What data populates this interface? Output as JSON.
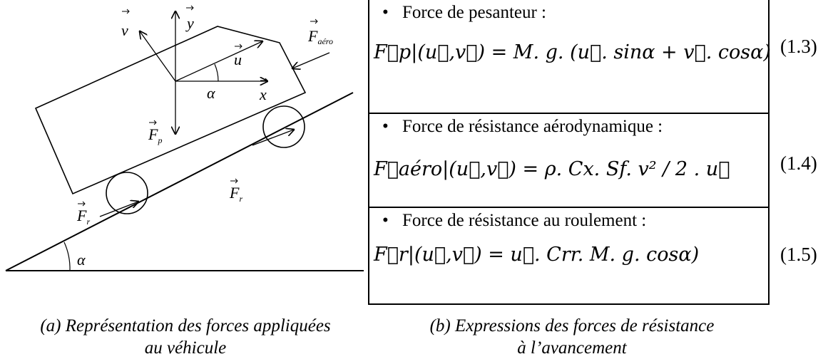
{
  "diagram": {
    "labels": {
      "v": "v",
      "y": "y",
      "u": "u",
      "x": "x",
      "alpha_car": "α",
      "alpha_ground": "α",
      "f_aero": "F",
      "f_aero_sub": "aéro",
      "f_p": "F",
      "f_p_sub": "p",
      "f_r_front": "F",
      "f_r_front_sub": "r",
      "f_r_rear": "F",
      "f_r_rear_sub": "r"
    }
  },
  "table": {
    "rows": [
      {
        "title": "Force de pesanteur :",
        "formula": "F⃗p|(u⃗,v⃗) = M. g. (u⃗. sinα + v⃗. cosα)",
        "number": "(1.3)"
      },
      {
        "title": "Force de résistance aérodynamique :",
        "formula": "F⃗aéro|(u⃗,v⃗) = ρ. Cx. Sf. v² / 2 . u⃗",
        "number": "(1.4)"
      },
      {
        "title": "Force de résistance au roulement :",
        "formula": "F⃗r|(u⃗,v⃗) = u⃗. Crr. M. g. cosα)",
        "number": "(1.5)"
      }
    ]
  },
  "captions": {
    "a": [
      "(a) Représentation des forces appliquées",
      "au véhicule"
    ],
    "b": [
      "(b) Expressions des forces de résistance",
      "à l’avancement"
    ]
  }
}
